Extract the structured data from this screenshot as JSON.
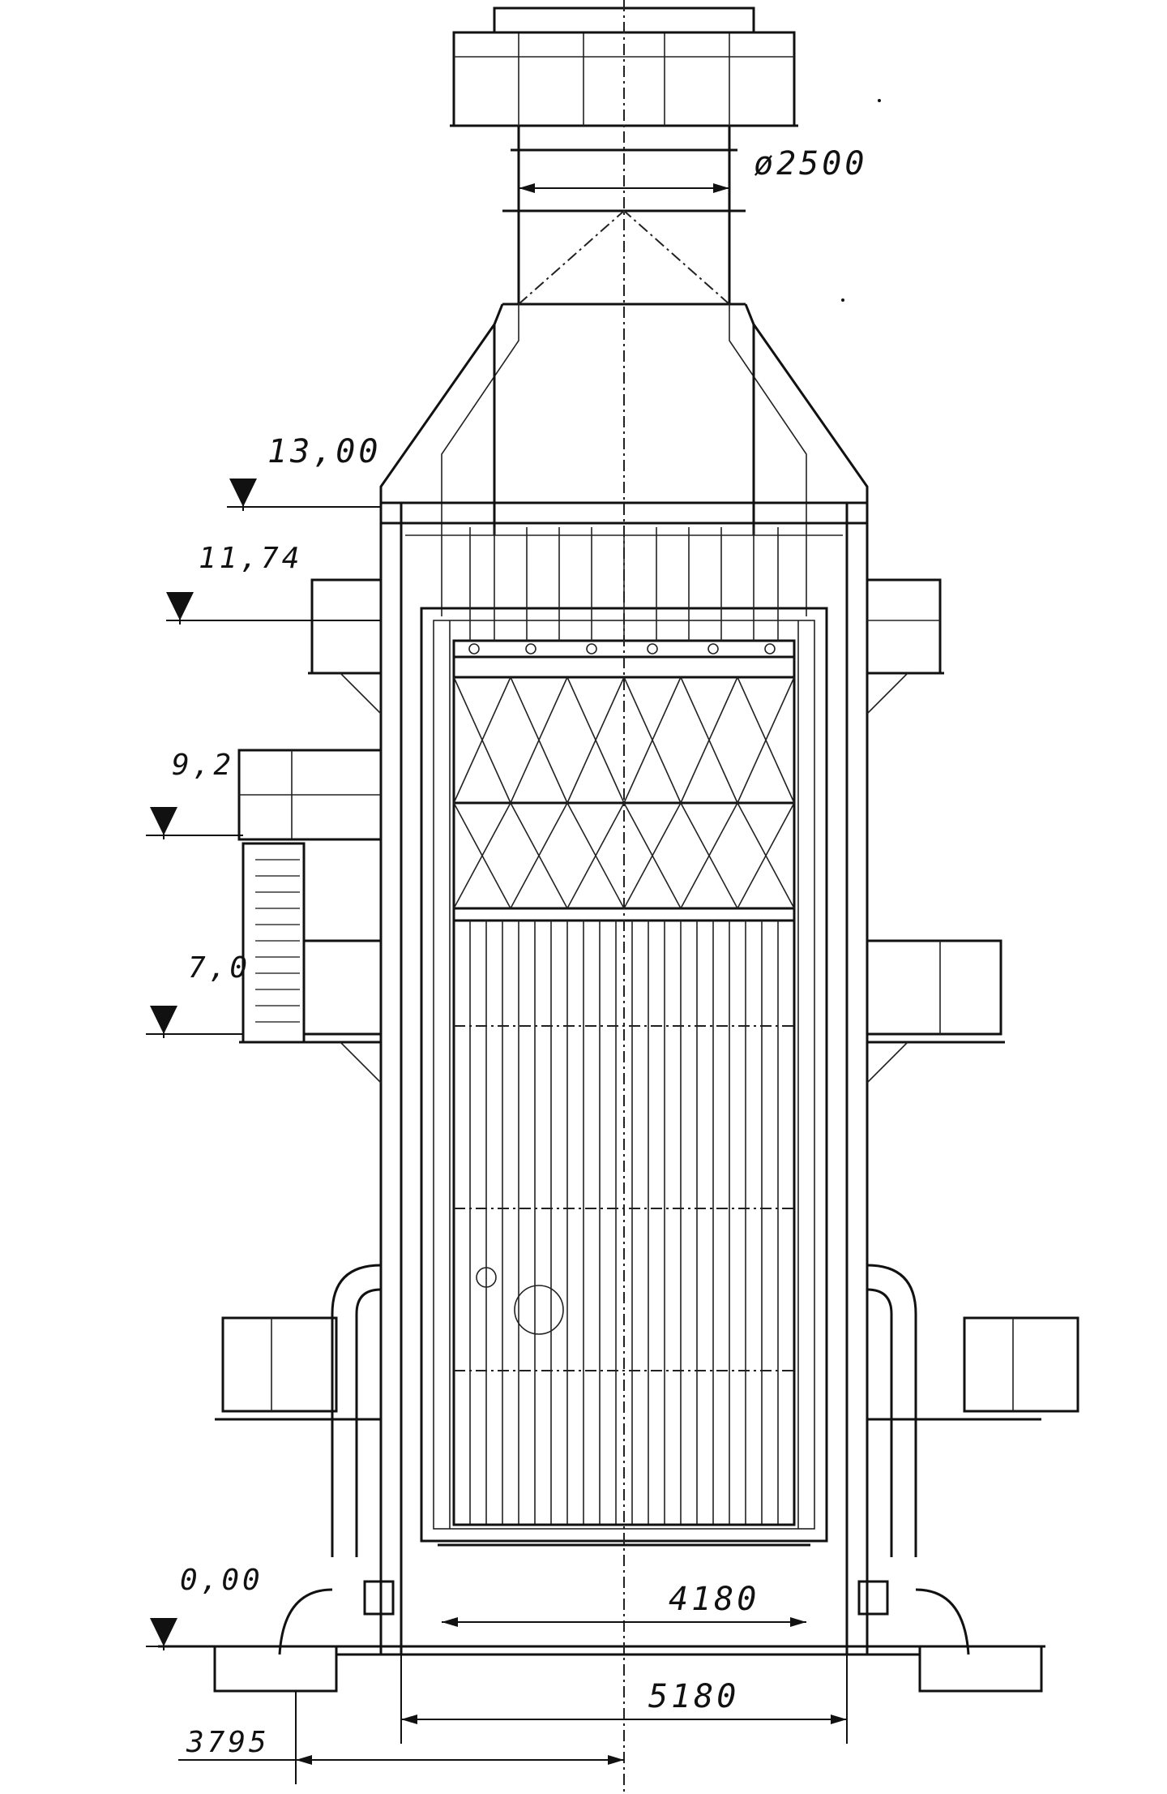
{
  "elevations": [
    {
      "label": "13,00"
    },
    {
      "label": "11,74"
    },
    {
      "label": "9,2"
    },
    {
      "label": "7,0"
    },
    {
      "label": "0,00"
    }
  ],
  "dimensions": {
    "stack_diameter": "ø2500",
    "inner_width": "4180",
    "column_span": "5180",
    "half_base": "3795"
  }
}
